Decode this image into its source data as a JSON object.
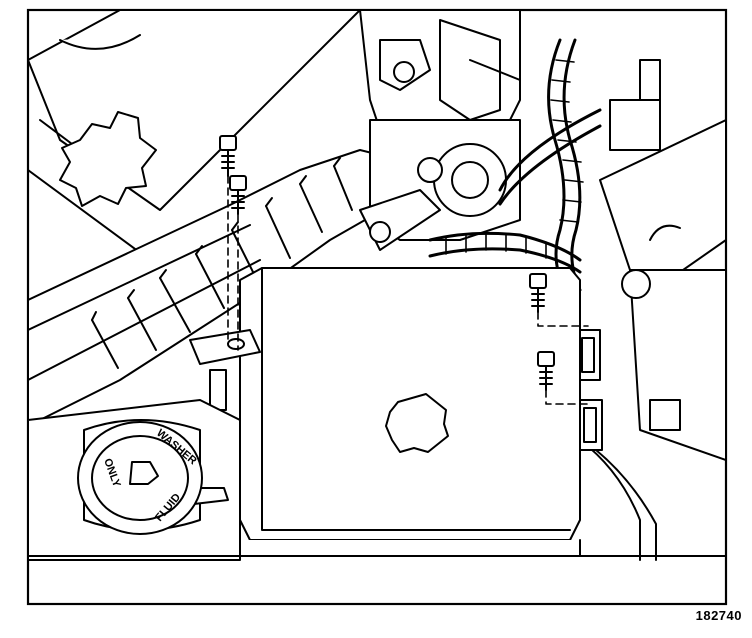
{
  "figure": {
    "number": "182740",
    "cap_label_top": "WASHER",
    "cap_label_bottom": "FLUID",
    "cap_label_left": "ONLY"
  },
  "colors": {
    "ink": "#000000",
    "paper": "#ffffff"
  }
}
